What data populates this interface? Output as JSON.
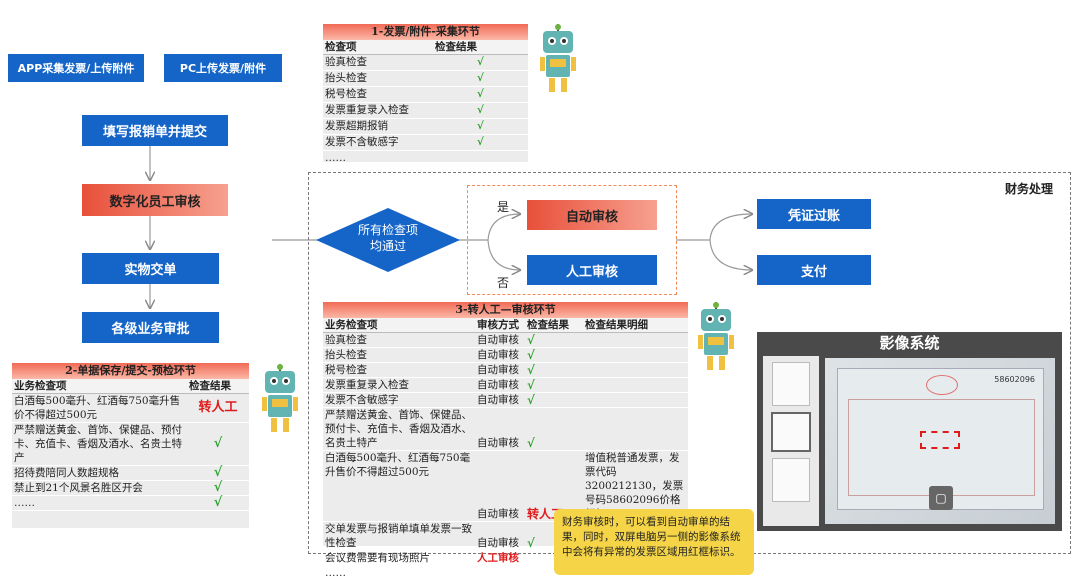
{
  "left_flow": {
    "app_upload": "APP采集发票/上传附件",
    "pc_upload": "PC上传发票/附件",
    "fill_submit": "填写报销单并提交",
    "digital_review": "数字化员工审核",
    "physical_handover": "实物交单",
    "business_approval": "各级业务审批"
  },
  "panel1": {
    "title": "1-发票/附件-采集环节",
    "headers": [
      "检查项",
      "检查结果"
    ],
    "rows": [
      {
        "item": "验真检查",
        "result": "√"
      },
      {
        "item": "抬头检查",
        "result": "√"
      },
      {
        "item": "税号检查",
        "result": "√"
      },
      {
        "item": "发票重复录入检查",
        "result": "√"
      },
      {
        "item": "发票超期报销",
        "result": "√"
      },
      {
        "item": "发票不含敏感字",
        "result": "√"
      },
      {
        "item": "……",
        "result": ""
      }
    ]
  },
  "panel2": {
    "title": "2-单据保存/提交-预检环节",
    "headers": [
      "业务检查项",
      "检查结果"
    ],
    "rows": [
      {
        "item": "白酒每500毫升、红酒每750毫升售价不得超过500元",
        "result": "转人工",
        "red": true
      },
      {
        "item": "严禁赠送黄金、首饰、保健品、预付卡、充值卡、香烟及酒水、名贵土特产",
        "result": "√",
        "red": false
      },
      {
        "item": "招待费陪同人数超规格",
        "result": "√",
        "red": false
      },
      {
        "item": "禁止到21个风景名胜区开会",
        "result": "√",
        "red": false
      },
      {
        "item": "……",
        "result": "√",
        "red": false
      }
    ]
  },
  "panel3": {
    "title": "3-转人工—审核环节",
    "headers": [
      "业务检查项",
      "审核方式",
      "检查结果",
      "检查结果明细"
    ],
    "rows": [
      {
        "item": "验真检查",
        "method": "自动审核",
        "result": "√",
        "detail": ""
      },
      {
        "item": "抬头检查",
        "method": "自动审核",
        "result": "√",
        "detail": ""
      },
      {
        "item": "税号检查",
        "method": "自动审核",
        "result": "√",
        "detail": ""
      },
      {
        "item": "发票重复录入检查",
        "method": "自动审核",
        "result": "√",
        "detail": ""
      },
      {
        "item": "发票不含敏感字",
        "method": "自动审核",
        "result": "√",
        "detail": ""
      },
      {
        "item": "严禁赠送黄金、首饰、保健品、预付卡、充值卡、香烟及酒水、名贵土特产",
        "method": "自动审核",
        "result": "√",
        "detail": ""
      },
      {
        "item": "白酒每500毫升、红酒每750毫升售价不得超过500元",
        "method": "自动审核",
        "result": "转人工",
        "detail": "增值税普通发票，发票代码3200212130，发票号码58602096价格超标"
      },
      {
        "item": "交单发票与报销单填单发票一致性检查",
        "method": "自动审核",
        "result": "√",
        "detail": ""
      },
      {
        "item": "会议费需要有现场照片",
        "method": "人工审核",
        "result": "",
        "detail": ""
      },
      {
        "item": "……",
        "method": "",
        "result": "",
        "detail": ""
      }
    ]
  },
  "finance": {
    "label": "财务处理",
    "decision": "所有检查项均通过",
    "yes": "是",
    "no": "否",
    "auto_review": "自动审核",
    "manual_review": "人工审核",
    "voucher": "凭证过账",
    "payment": "支付"
  },
  "image_system": {
    "title": "影像系统",
    "invoice_number": "58602096"
  },
  "note": "财务审核时，可以看到自动审单的结果，同时，双屏电脑另一侧的影像系统中会将有异常的发票区域用红框标识。",
  "colors": {
    "blue": "#1565c8",
    "red": "#e8503a",
    "check": "#2aa12a",
    "note_bg": "#f5d547"
  }
}
